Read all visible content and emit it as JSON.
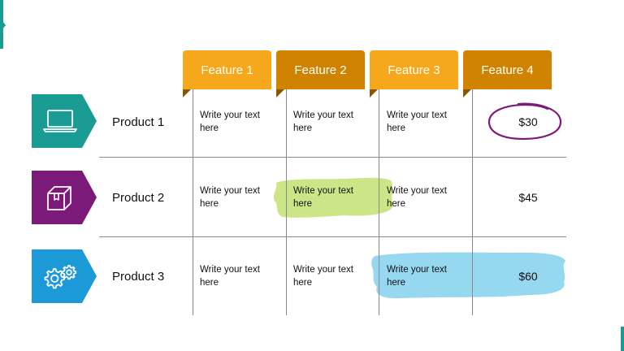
{
  "features": [
    "Feature 1",
    "Feature 2",
    "Feature 3",
    "Feature 4"
  ],
  "rows": [
    {
      "product": "Product 1",
      "icon": "laptop-icon",
      "badge_color": "#1a9c95",
      "cells": [
        "Write your text here",
        "Write your text here",
        "Write your text here"
      ],
      "price": "$30"
    },
    {
      "product": "Product 2",
      "icon": "box-icon",
      "badge_color": "#7c1a7a",
      "cells": [
        "Write your text here",
        "Write your text here",
        "Write your text here"
      ],
      "price": "$45"
    },
    {
      "product": "Product 3",
      "icon": "gears-icon",
      "badge_color": "#1c9ad8",
      "cells": [
        "Write your text here",
        "Write your text here",
        "Write your text here"
      ],
      "price": "$60"
    }
  ],
  "colors": {
    "tab_light": "#f5a81c",
    "tab_dark": "#cf8300",
    "circle_highlight": "#7c1a7a",
    "green_highlight": "#c6e27a",
    "blue_highlight": "#8fd6ef"
  }
}
